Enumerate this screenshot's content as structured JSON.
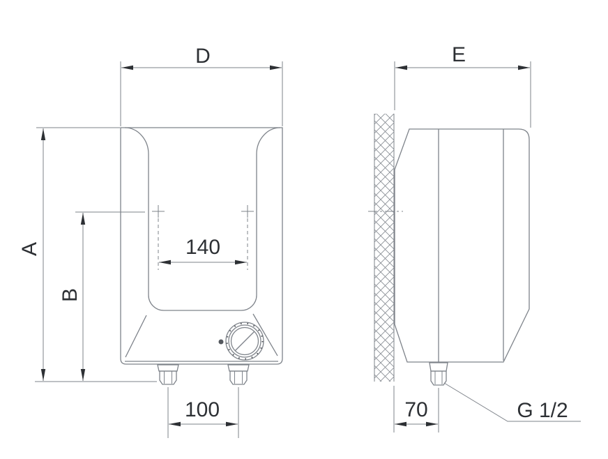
{
  "dimensions": {
    "front_width": "D",
    "side_depth": "E",
    "front_height": "A",
    "mount_height": "B",
    "mount_hole_spacing": "140",
    "pipe_spacing": "100",
    "wall_to_pipe": "70",
    "pipe_thread": "G 1/2"
  },
  "colors": {
    "line": "#7e838a",
    "text": "#2d3034",
    "background": "#ffffff"
  }
}
